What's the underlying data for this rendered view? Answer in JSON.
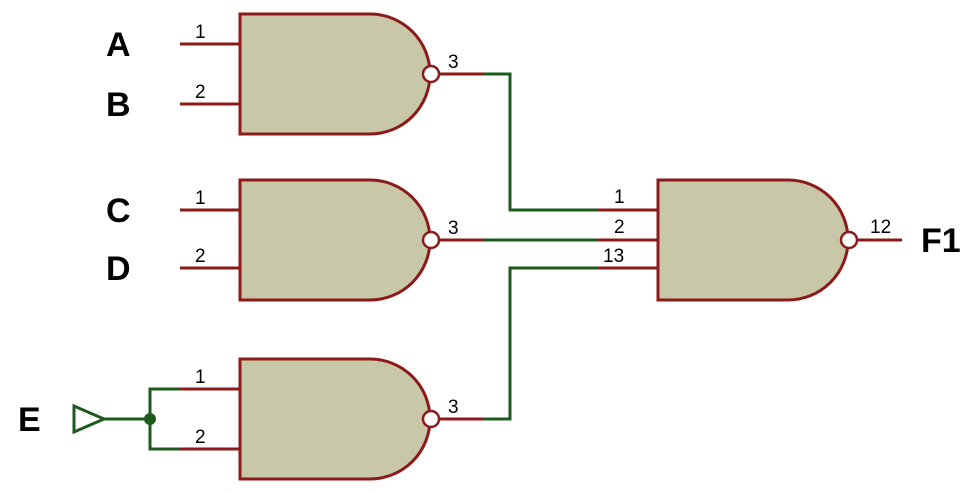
{
  "signals": {
    "a": "A",
    "b": "B",
    "c": "C",
    "d": "D",
    "e": "E",
    "f1": "F1"
  },
  "gates": {
    "g1": {
      "in1": "1",
      "in2": "2",
      "out": "3"
    },
    "g2": {
      "in1": "1",
      "in2": "2",
      "out": "3"
    },
    "g3": {
      "in1": "1",
      "in2": "2",
      "out": "3"
    },
    "g4": {
      "in1": "1",
      "in2": "2",
      "in3": "13",
      "out": "12"
    }
  },
  "colors": {
    "gate_fill": "#c8c8a8",
    "pin": "#8b1a1a",
    "wire": "#1e5a1e"
  }
}
